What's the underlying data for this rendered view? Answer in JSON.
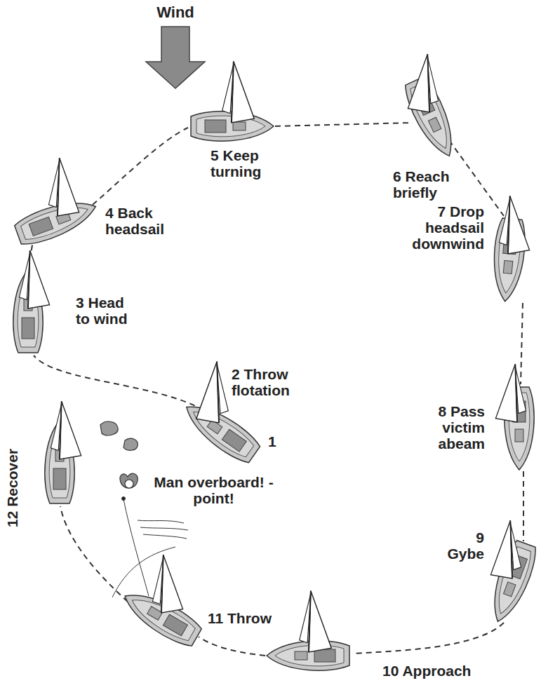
{
  "diagram": {
    "labels": [
      "Wind",
      "5 Keep turning",
      "6 Reach briefly",
      "4 Back headsail",
      "7 Drop headsail downwind",
      "3 Head to wind",
      "2 Throw flotation",
      "1",
      "Man overboard! - point!",
      "8 Pass victim abeam",
      "12 Recover",
      "9 Gybe",
      "11 Throw",
      "10 Approach"
    ]
  }
}
